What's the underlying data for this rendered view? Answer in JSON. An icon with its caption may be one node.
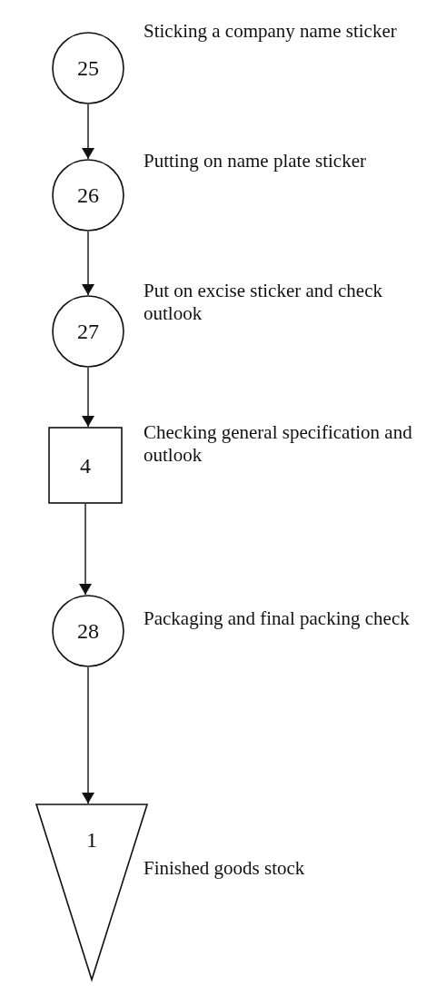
{
  "diagram": {
    "nodes": [
      {
        "text": [
          "25"
        ],
        "beside": [
          "Sticking a company name sticker"
        ]
      },
      {
        "text": [
          "26"
        ],
        "beside": [
          "Putting on name plate sticker"
        ]
      },
      {
        "text": [
          "27"
        ],
        "beside": [
          "Put on excise sticker and check outlook"
        ]
      },
      {
        "text": [
          "4"
        ],
        "beside": [
          "Checking general specification and outlook"
        ]
      },
      {
        "text": [
          "28"
        ],
        "beside": [
          "Packaging and final packing check"
        ]
      },
      {
        "text": [
          "1"
        ],
        "beside": [
          "Finished goods stock"
        ]
      }
    ],
    "edges": [
      {
        "from": 0,
        "to": 1,
        "arrow": "to"
      },
      {
        "from": 1,
        "to": 2,
        "arrow": "to"
      },
      {
        "from": 2,
        "to": 3,
        "arrow": "to"
      },
      {
        "from": 3,
        "to": 4,
        "arrow": "to"
      },
      {
        "from": 4,
        "to": 5,
        "arrow": "to"
      }
    ]
  }
}
